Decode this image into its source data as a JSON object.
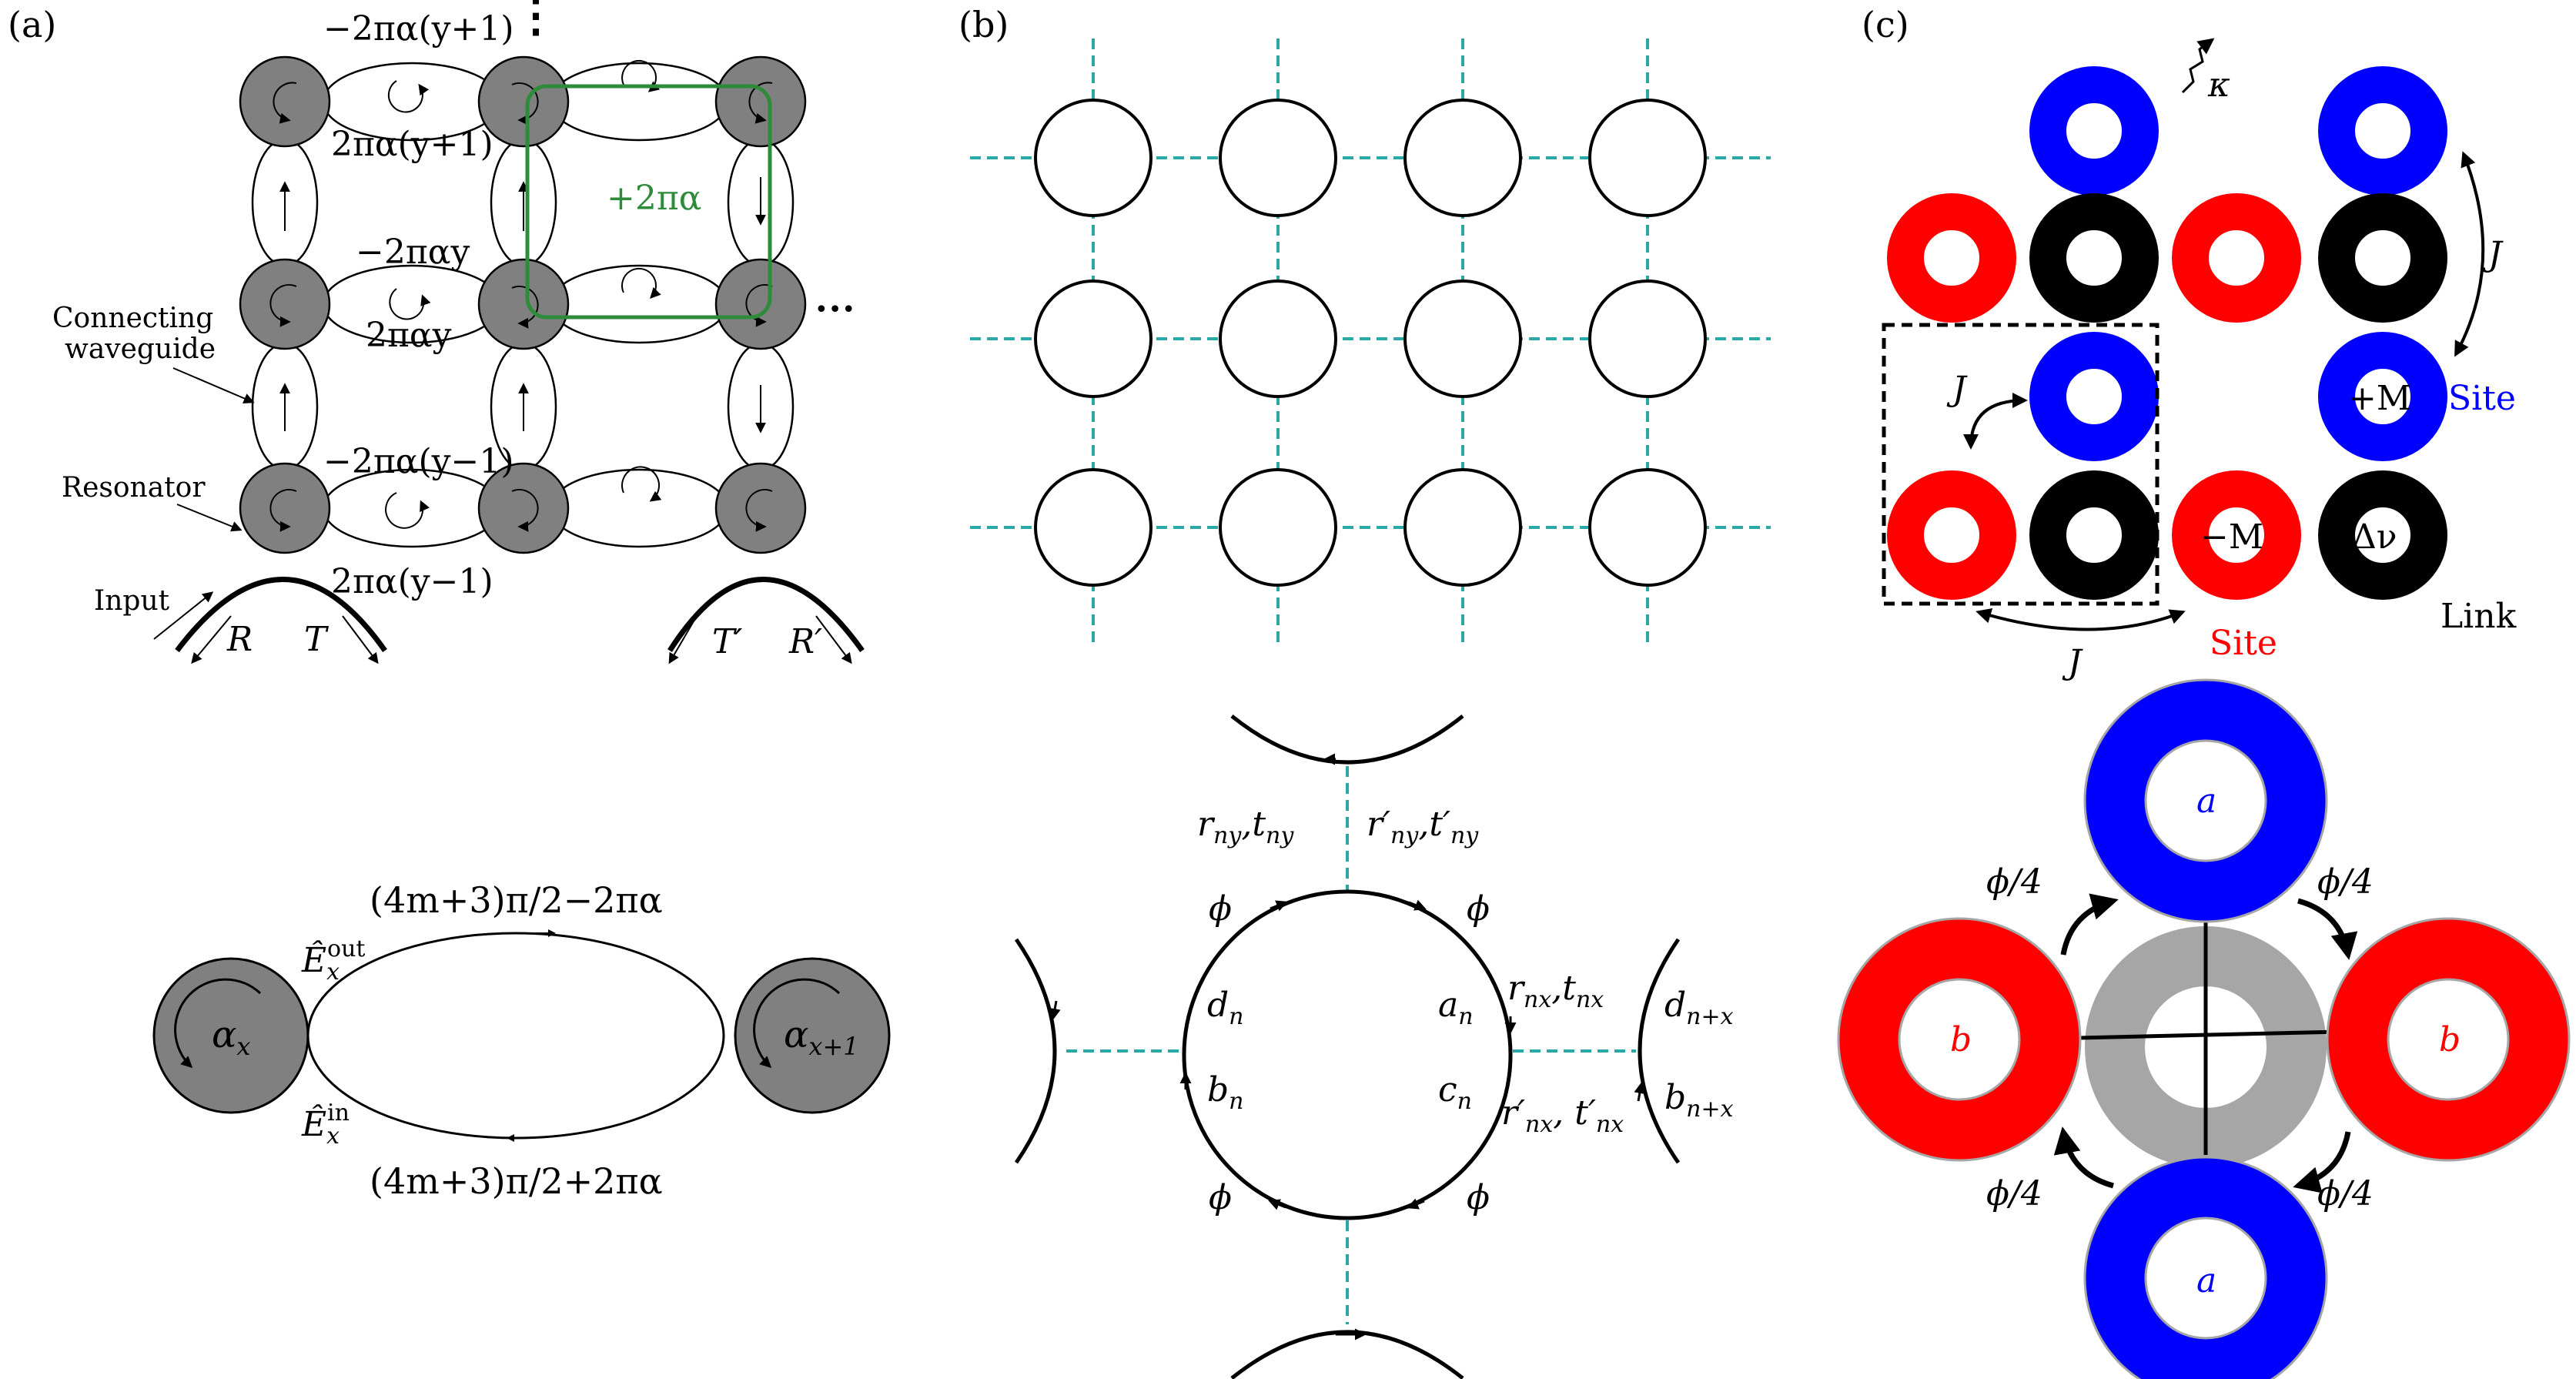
{
  "panel_a": {
    "tag": "(a)",
    "phase_top_upper": "−2πα(y+1)",
    "phase_top_lower": "2πα(y+1)",
    "phase_mid_upper": "−2παy",
    "phase_mid_lower": "2παy",
    "phase_bot_upper": "−2πα(y−1)",
    "phase_bot_lower": "2πα(y−1)",
    "loop_label": "+2πα",
    "connecting_line1": "Connecting",
    "connecting_line2": "waveguide",
    "resonator": "Resonator",
    "input": "Input",
    "R": "R",
    "T": "T",
    "T_prime": "T′",
    "R_prime": "R′",
    "vdots": "⋮",
    "hdots": "•••",
    "detail_upper_phase": "(4m+3)π/2−2πα",
    "detail_lower_phase": "(4m+3)π/2+2πα",
    "E_out_main": "Ê",
    "E_out_sub": "x",
    "E_out_sup": "out",
    "E_in_main": "Ê",
    "E_in_sub": "x",
    "E_in_sup": "in",
    "alpha": "α",
    "alpha_x_sub": "x",
    "alpha_x1_sub": "x+1"
  },
  "panel_b": {
    "tag": "(b)",
    "r_ny": "r",
    "ny": "ny",
    "t_ny": "t",
    "rp_ny": "r′",
    "tp_ny": "t′",
    "r_nx": "r",
    "nx": "nx",
    "t_nx": "t",
    "rp_nx": "r′",
    "tp_nx": "t′",
    "comma": ",",
    "comma_sp": ", ",
    "phi": "ϕ",
    "d": "d",
    "a": "a",
    "b": "b",
    "c": "c",
    "n": "n",
    "n_plus_x": "n+x"
  },
  "panel_c": {
    "tag": "(c)",
    "kappa": "κ",
    "J": "J",
    "plus_M": "+M",
    "minus_M": "−M",
    "delta_nu": "Δν",
    "site": "Site",
    "link": "Link",
    "a": "a",
    "b": "b",
    "phi_quarter": "ϕ/4",
    "colors": {
      "blue": "#0000ff",
      "red": "#ff0000",
      "black": "#000000",
      "grey": "#a6a6a6"
    }
  },
  "colors": {
    "teal": "#2aa7a7",
    "green": "#2e8b3a",
    "resonator_fill": "#808080"
  }
}
